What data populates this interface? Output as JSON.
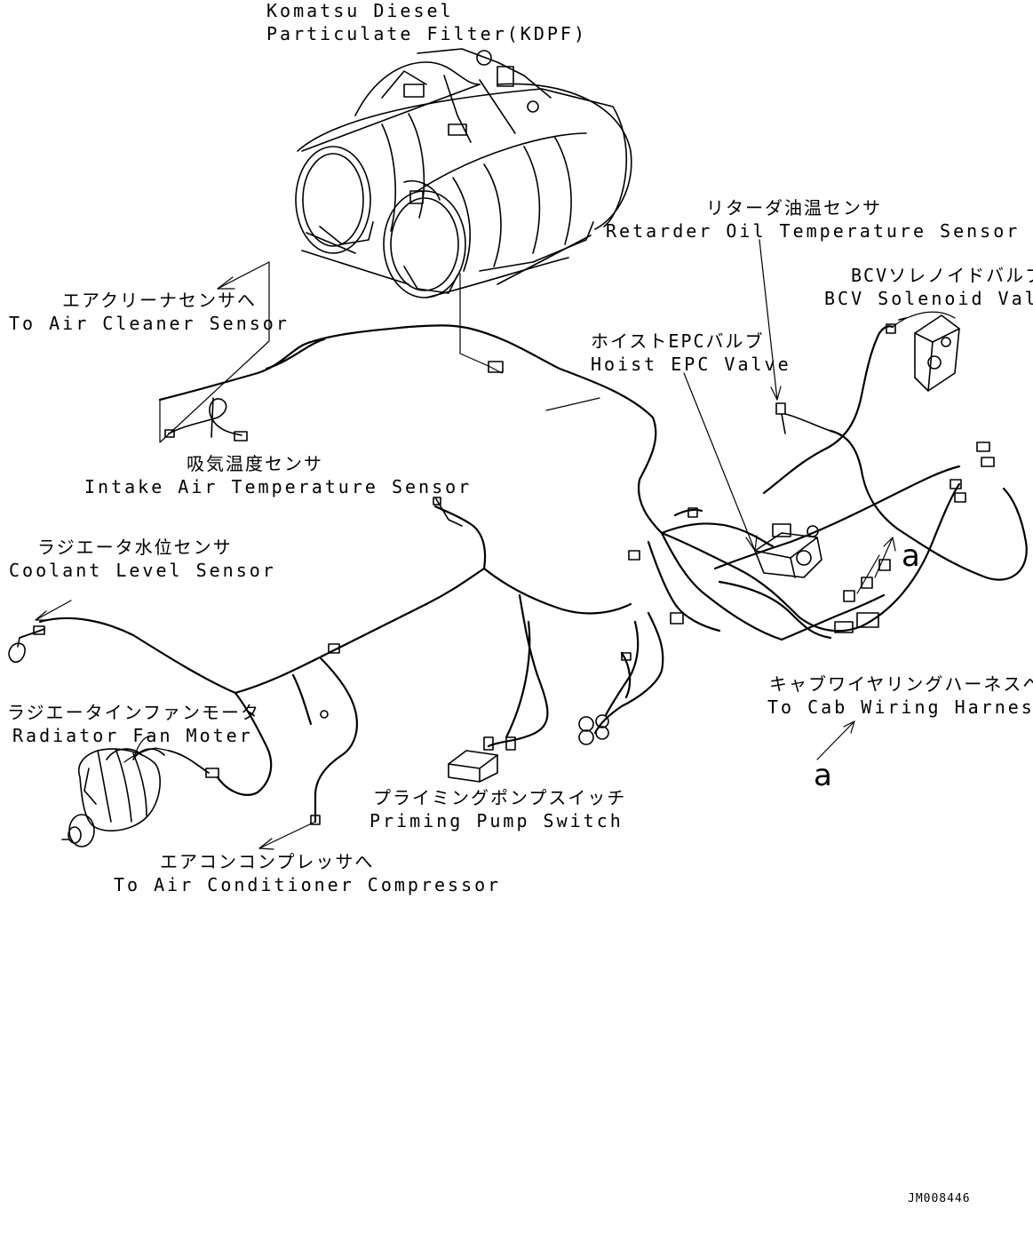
{
  "labels": {
    "kdpf_line1": "Komatsu Diesel",
    "kdpf_line2": "Particulate Filter(KDPF)",
    "retarder_jp": "リターダ油温センサ",
    "retarder_en": "Retarder Oil Temperature Sensor",
    "bcv_jp": "BCVソレノイドバルブ",
    "bcv_en": "BCV Solenoid Valve",
    "air_cleaner_jp": "エアクリーナセンサへ",
    "air_cleaner_en": "To Air Cleaner Sensor",
    "hoist_jp": "ホイストEPCバルブ",
    "hoist_en": "Hoist EPC Valve",
    "intake_jp": "吸気温度センサ",
    "intake_en": "Intake Air Temperature Sensor",
    "coolant_jp": "ラジエータ水位センサ",
    "coolant_en": "Coolant Level Sensor",
    "callout_a1": "a",
    "cab_jp": "キャブワイヤリングハーネスへ",
    "cab_en": "To Cab Wiring Harness",
    "callout_a2": "a",
    "fan_jp": "ラジエータインファンモータ",
    "fan_en": "Radiator Fan Moter",
    "priming_jp": "プライミングポンプスイッチ",
    "priming_en": "Priming Pump Switch",
    "aircon_jp": "エアコンコンプレッサへ",
    "aircon_en": "To Air Conditioner Compressor",
    "drawing_code": "JM008446"
  }
}
